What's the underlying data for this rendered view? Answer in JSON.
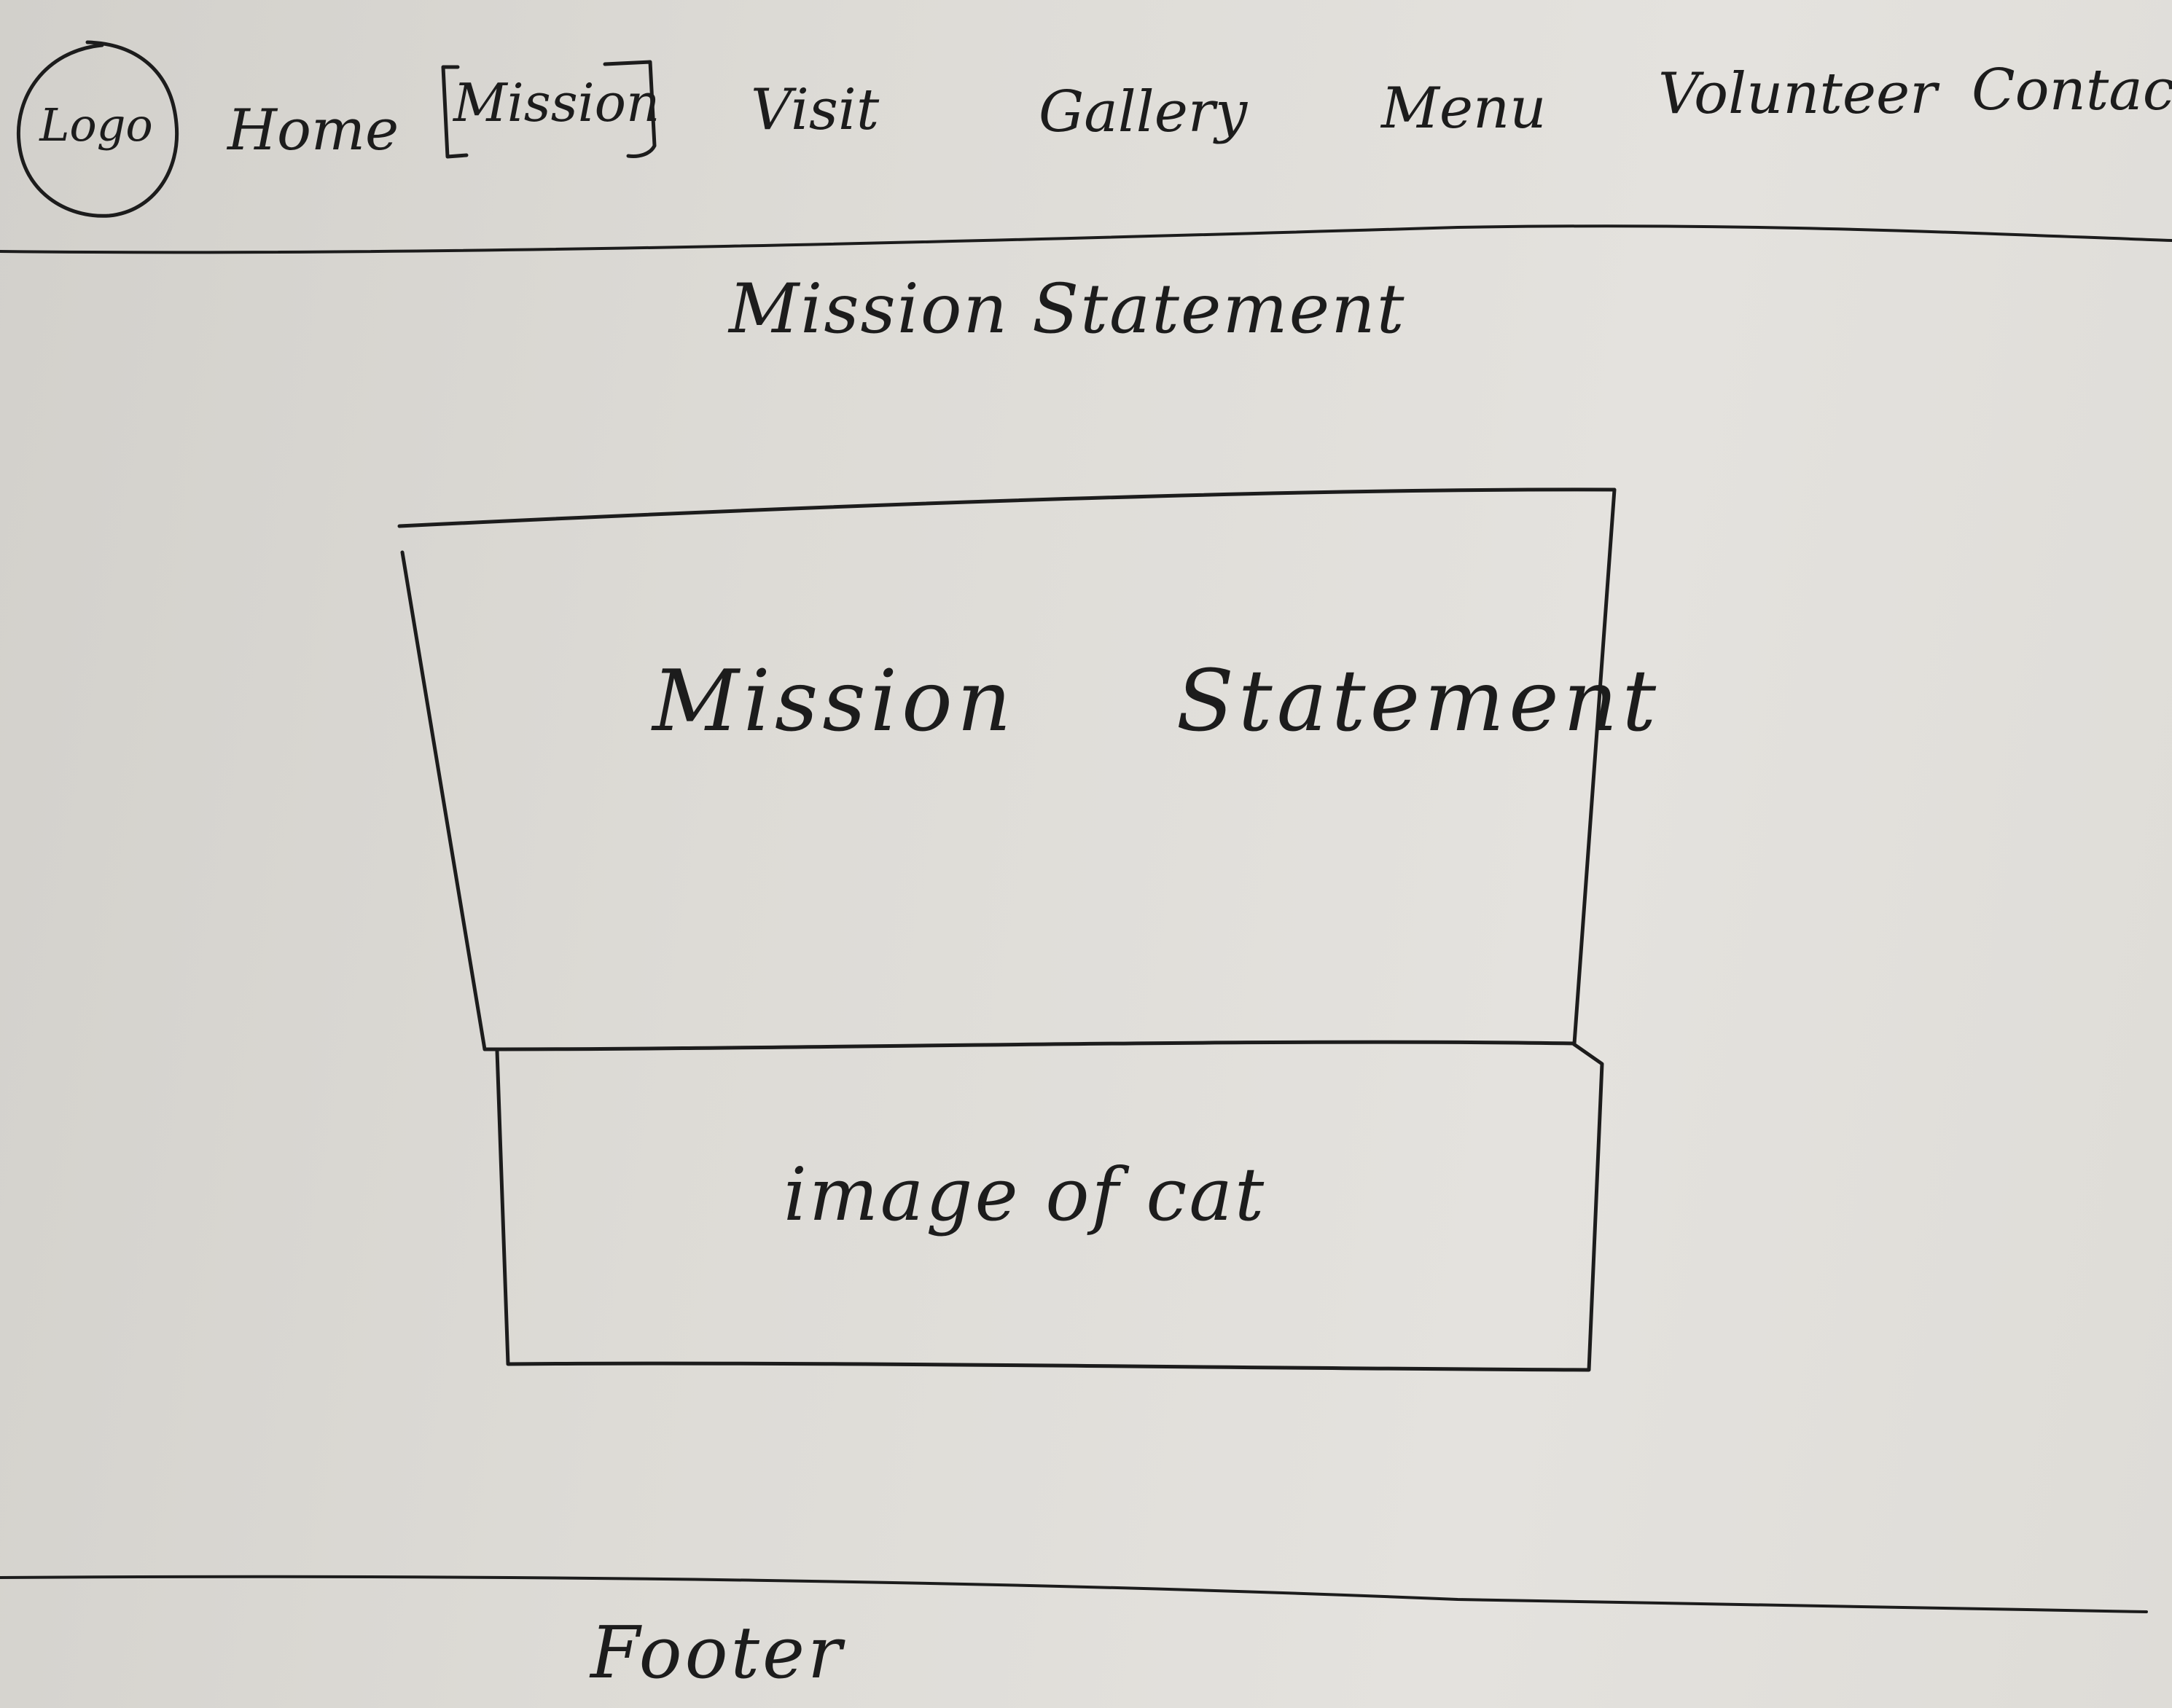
{
  "logo": {
    "label": "Logo"
  },
  "nav": {
    "items": [
      {
        "label": "Home"
      },
      {
        "label": "Mission"
      },
      {
        "label": "Visit"
      },
      {
        "label": "Gallery"
      },
      {
        "label": "Menu"
      },
      {
        "label": "Volunteer"
      },
      {
        "label": "Contact"
      }
    ],
    "active_index": 1
  },
  "main": {
    "page_title": "Mission Statement",
    "statement_box": {
      "word_1": "Mission",
      "word_2": "Statement"
    },
    "image_placeholder": {
      "label": "image of cat"
    }
  },
  "footer": {
    "label": "Footer"
  }
}
